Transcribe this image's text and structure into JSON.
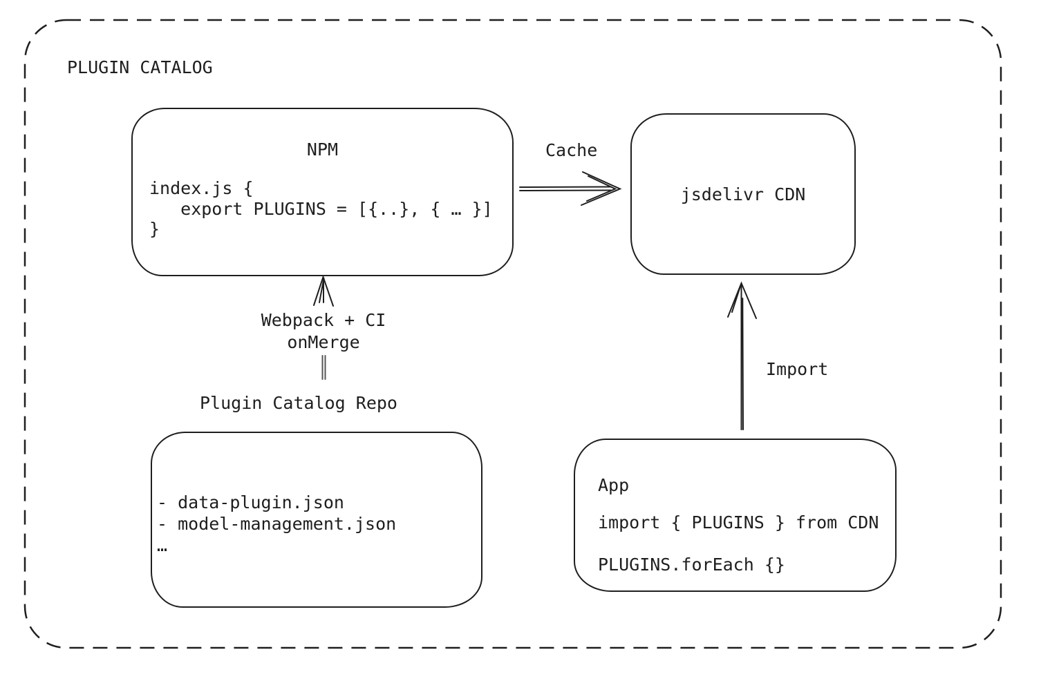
{
  "title": "PLUGIN CATALOG",
  "npm": {
    "title": "NPM",
    "code": [
      "index.js {",
      "   export PLUGINS = [{..}, { … }]",
      "}"
    ]
  },
  "cdn": {
    "label": "jsdelivr CDN"
  },
  "repo": {
    "label": "Plugin Catalog Repo",
    "files": [
      "- data-plugin.json",
      "- model-management.json",
      "…"
    ]
  },
  "app": {
    "title": "App",
    "import_line": "import { PLUGINS } from CDN",
    "foreach_line": "PLUGINS.forEach {}"
  },
  "edges": {
    "cache": "Cache",
    "webpack_line1": "Webpack + CI",
    "webpack_line2": "onMerge",
    "import": "Import"
  },
  "colors": {
    "stroke": "#1e1e1e",
    "background": "#ffffff",
    "connector_gray": "#555555"
  }
}
